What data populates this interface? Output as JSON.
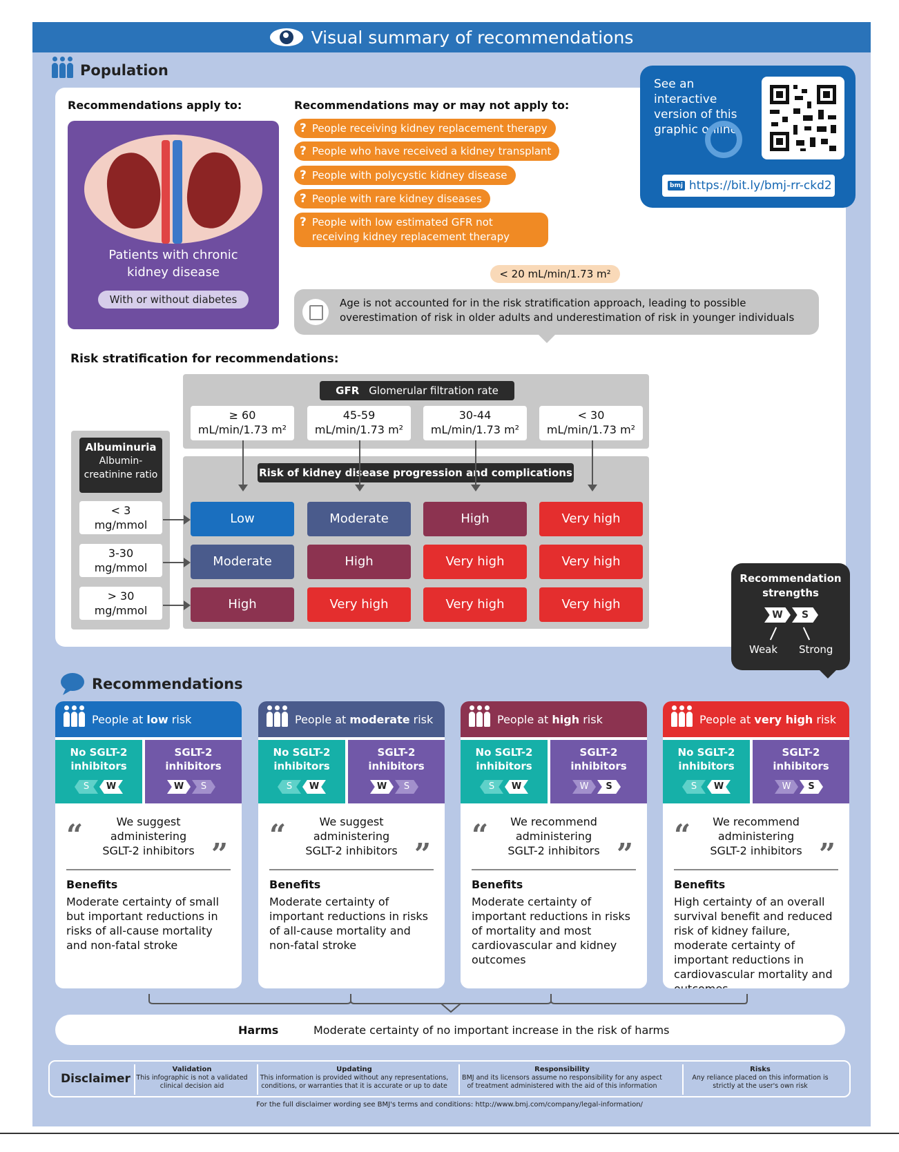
{
  "title": "Visual summary of recommendations",
  "population": {
    "heading": "Population",
    "apply_to": "Recommendations apply to:",
    "patients_line1": "Patients with chronic",
    "patients_line2": "kidney disease",
    "badge": "With or without diabetes",
    "may_apply": "Recommendations may or may not apply to:",
    "items": [
      "People receiving kidney replacement therapy",
      "People who have received a kidney transplant",
      "People with polycystic kidney disease",
      "People with rare kidney diseases",
      "People with low estimated GFR not receiving kidney replacement therapy"
    ],
    "gfr_threshold": "< 20 mL/min/1.73 m²",
    "age_note": "Age is not accounted for in the risk stratification approach, leading to possible overestimation of risk in older adults and underestimation of risk in younger individuals"
  },
  "interactive": {
    "text": "See an interactive version of this graphic online",
    "url": "https://bit.ly/bmj-rr-ckd2",
    "bmj_badge": "bmj"
  },
  "risk": {
    "heading": "Risk stratification for recommendations:",
    "gfr_abbr": "GFR",
    "gfr_full": "Glomerular filtration rate",
    "gfr_cols": [
      {
        "value": "≥ 60",
        "unit": "mL/min/1.73 m²"
      },
      {
        "value": "45-59",
        "unit": "mL/min/1.73 m²"
      },
      {
        "value": "30-44",
        "unit": "mL/min/1.73 m²"
      },
      {
        "value": "< 30",
        "unit": "mL/min/1.73 m²"
      }
    ],
    "alb_title": "Albuminuria",
    "alb_sub1": "Albumin-",
    "alb_sub2": "creatinine ratio",
    "alb_rows": [
      {
        "value": "< 3",
        "unit": "mg/mmol"
      },
      {
        "value": "3-30",
        "unit": "mg/mmol"
      },
      {
        "value": "> 30",
        "unit": "mg/mmol"
      }
    ],
    "progression_label": "Risk of kidney disease progression and complications",
    "grid": [
      [
        "Low",
        "Moderate",
        "High",
        "Very high"
      ],
      [
        "Moderate",
        "High",
        "Very high",
        "Very high"
      ],
      [
        "High",
        "Very high",
        "Very high",
        "Very high"
      ]
    ],
    "colors": {
      "Low": "#1a6fbf",
      "Moderate": "#4a5b8c",
      "High": "#8c3350",
      "Very high": "#e42e2e"
    }
  },
  "strengths": {
    "title1": "Recommendation",
    "title2": "strengths",
    "w": "W",
    "s": "S",
    "weak": "Weak",
    "strong": "Strong"
  },
  "recommendations": {
    "heading": "Recommendations",
    "no_sglt_1": "No SGLT-2",
    "no_sglt_2": "inhibitors",
    "sglt_1": "SGLT-2",
    "sglt_2": "inhibitors",
    "benefits_label": "Benefits",
    "cards": [
      {
        "prefix": "People at ",
        "level": "low",
        "suffix": " risk",
        "color": "#1a6fbf",
        "quote_1": "We suggest",
        "quote_2": "administering",
        "quote_3": "SGLT-2 inhibitors",
        "benefits": "Moderate certainty of small but important reductions in risks of all-cause mortality and non-fatal stroke"
      },
      {
        "prefix": "People at ",
        "level": "moderate",
        "suffix": " risk",
        "color": "#4a5b8c",
        "quote_1": "We suggest",
        "quote_2": "administering",
        "quote_3": "SGLT-2 inhibitors",
        "benefits": "Moderate certainty of important reductions in risks of all-cause mortality and non-fatal stroke"
      },
      {
        "prefix": "People at ",
        "level": "high",
        "suffix": " risk",
        "color": "#8c3350",
        "quote_1": "We recommend",
        "quote_2": "administering",
        "quote_3": "SGLT-2 inhibitors",
        "benefits": "Moderate certainty of important reductions in risks of mortality and most cardiovascular and kidney outcomes"
      },
      {
        "prefix": "People at ",
        "level": "very high",
        "suffix": " risk",
        "color": "#e42e2e",
        "quote_1": "We recommend",
        "quote_2": "administering",
        "quote_3": "SGLT-2 inhibitors",
        "benefits": "High certainty of an overall survival benefit and reduced risk of kidney failure, moderate certainty of important reductions in cardiovascular mortality and outcomes"
      }
    ]
  },
  "harms": {
    "label": "Harms",
    "text": "Moderate certainty of no important increase in the risk of harms"
  },
  "disclaimer": {
    "title": "Disclaimer",
    "cols": [
      {
        "h": "Validation",
        "t": "This infographic is not a validated clinical decision aid"
      },
      {
        "h": "Updating",
        "t": "This information is provided without any representations, conditions, or warranties that it is accurate or up to date"
      },
      {
        "h": "Responsibility",
        "t": "BMJ and its licensors assume no responsibility for any aspect of treatment administered with the aid of this information"
      },
      {
        "h": "Risks",
        "t": "Any reliance placed on this information is strictly at the user's own risk"
      }
    ],
    "footer": "For the full disclaimer wording see BMJ's terms and conditions: http://www.bmj.com/company/legal-information/"
  }
}
